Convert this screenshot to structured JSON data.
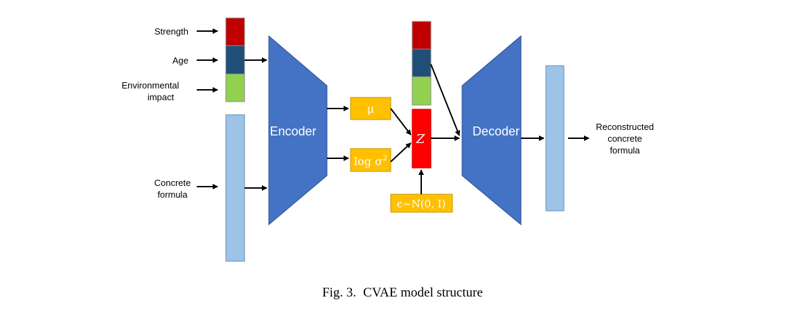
{
  "inputs": {
    "strength": "Strength",
    "age": "Age",
    "env_line1": "Environmental",
    "env_line2": "impact",
    "formula_line1": "Concrete",
    "formula_line2": "formula"
  },
  "encoder": {
    "label": "Encoder"
  },
  "decoder": {
    "label": "Decoder"
  },
  "latent": {
    "mu": "μ",
    "logvar_prefix": "log σ",
    "logvar_sup": "2",
    "z": "Z",
    "epsilon": "ϵ~N(0, I)"
  },
  "output": {
    "line1": "Reconstructed",
    "line2": "concrete",
    "line3": "formula"
  },
  "caption": {
    "fig_number": "Fig. 3.",
    "text": "CVAE model structure"
  },
  "colors": {
    "strength_red": "#C00000",
    "age_navy": "#1F4E79",
    "env_green": "#92D050",
    "formula_lightblue": "#9DC3E6",
    "encoder_decoder_blue": "#4472C4",
    "latent_gold": "#FFC000",
    "z_red": "#FF0000"
  }
}
